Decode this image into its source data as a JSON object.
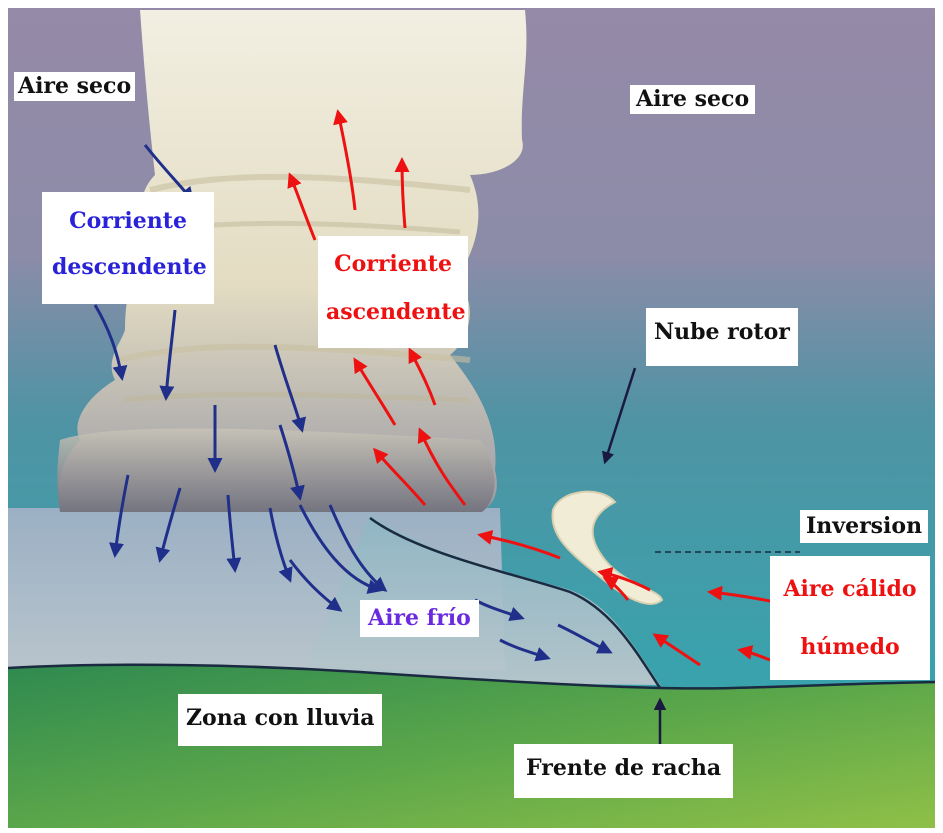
{
  "diagram": {
    "labels": {
      "aire_seco_left": "Aire seco",
      "aire_seco_right": "Aire seco",
      "corriente_descendente_1": "Corriente",
      "corriente_descendente_2": "descendente",
      "corriente_ascendente_1": "Corriente",
      "corriente_ascendente_2": "ascendente",
      "nube_rotor": "Nube rotor",
      "inversion": "Inversion",
      "aire_calido_1": "Aire cálido",
      "aire_calido_2": "húmedo",
      "aire_frio": "Aire frío",
      "zona_lluvia": "Zona con lluvia",
      "frente_racha": "Frente de racha"
    },
    "colors": {
      "downdraft": "#1f2f8a",
      "updraft": "#ee1111",
      "cold_air_text": "#6a2be0",
      "downdraft_text": "#2a22d8",
      "ground": "#5aa04a",
      "cloud": "#e8e2c8",
      "sky_top": "#8e86a8",
      "sky_bottom": "#3f9aa6"
    }
  }
}
